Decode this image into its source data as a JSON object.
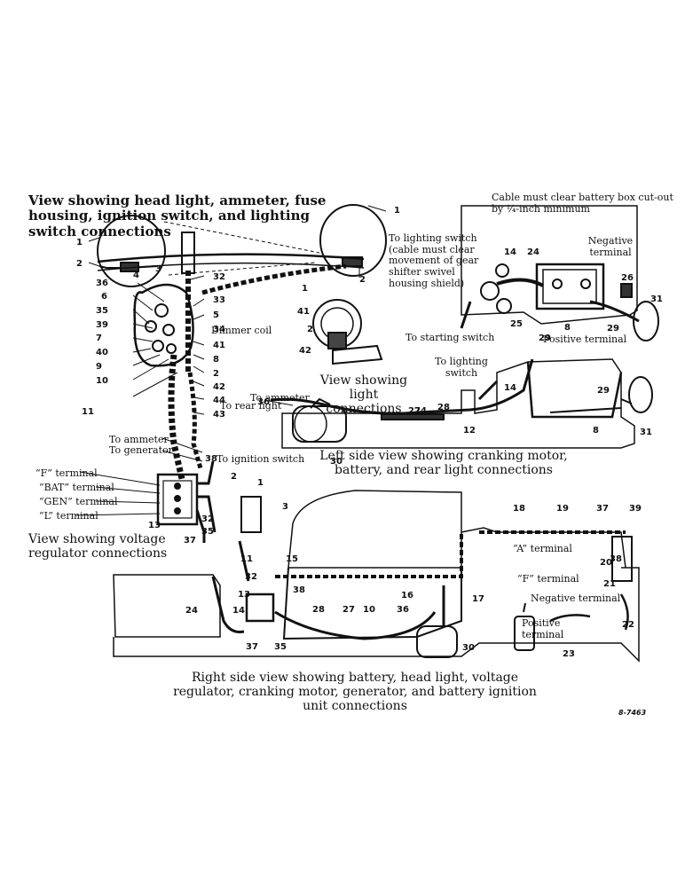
{
  "captions": {
    "headlight_view": "View showing head light, ammeter, fuse housing, ignition switch, and lighting switch connections",
    "cable_note": "Cable must clear battery box cut-out by ¼-inch minimum",
    "lighting_switch_note": "To lighting switch (cable must clear movement of gear shifter swivel housing shield)",
    "negative_terminal": "Negative terminal",
    "to_starting_switch": "To starting switch",
    "positive_terminal": "Positive terminal",
    "dimmer_coil": "Dimmer coil",
    "light_view": "View showing light connections",
    "to_lighting_switch": "To lighting switch",
    "to_ammeter": "To ammeter",
    "to_ammeter_2": "To ammeter",
    "to_generator": "To generator",
    "to_rear_light": "To rear light",
    "to_ignition_switch": "To ignition switch",
    "left_side_view": "Left side view showing cranking motor, battery, and rear light connections",
    "f_terminal": "“F” terminal",
    "bat_terminal": "“BAT” terminal",
    "gen_terminal": "“GEN” terminal",
    "l_terminal": "“L” terminal",
    "regulator_view": "View showing voltage regulator connections",
    "a_terminal": "“A” terminal",
    "f_terminal_2": "“F” terminal",
    "negative_terminal_2": "Negative terminal",
    "positive_terminal_2": "Positive terminal",
    "right_side_view": "Right side view showing battery, head light, voltage regulator, cranking motor, generator, and battery ignition unit connections",
    "figure_code": "8-7463"
  },
  "callouts": [
    "1",
    "1",
    "2",
    "2",
    "4",
    "3",
    "32",
    "36",
    "6",
    "33",
    "35",
    "5",
    "39",
    "34",
    "7",
    "41",
    "40",
    "8",
    "9",
    "2",
    "10",
    "42",
    "44",
    "11",
    "43",
    "1",
    "41",
    "2",
    "42",
    "14",
    "24",
    "26",
    "31",
    "25",
    "8",
    "29",
    "29",
    "36",
    "27",
    "24",
    "28",
    "14",
    "12",
    "8",
    "29",
    "31",
    "30",
    "38",
    "2",
    "1",
    "3",
    "32",
    "35",
    "37",
    "13",
    "18",
    "19",
    "37",
    "39",
    "20",
    "38",
    "21",
    "11",
    "32",
    "15",
    "38",
    "13",
    "14",
    "24",
    "37",
    "35",
    "28",
    "27",
    "10",
    "16",
    "36",
    "17",
    "30",
    "22",
    "23"
  ]
}
